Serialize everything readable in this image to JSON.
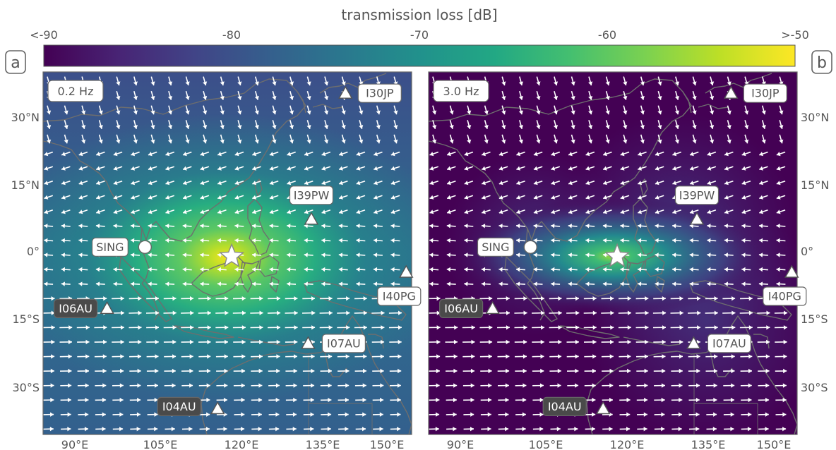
{
  "colorbar": {
    "title": "transmission loss [dB]",
    "ticks": [
      "<-90",
      "-80",
      "-70",
      "-60",
      ">-50"
    ],
    "colormap": "viridis"
  },
  "panels": [
    {
      "letter": "a",
      "frequency": "0.2 Hz"
    },
    {
      "letter": "b",
      "frequency": "3.0 Hz"
    }
  ],
  "axes": {
    "x_ticks": [
      "90°E",
      "105°E",
      "120°E",
      "135°E",
      "150°E"
    ],
    "y_ticks": [
      "30°N",
      "15°N",
      "0°",
      "15°S",
      "30°S"
    ],
    "lon_range": [
      85,
      153
    ],
    "lat_range": [
      -40,
      40
    ]
  },
  "source": {
    "lon": 119.8,
    "lat": -0.7,
    "symbol": "star"
  },
  "stations": [
    {
      "name": "I30JP",
      "lon": 140.8,
      "lat": 35.3,
      "symbol": "triangle",
      "label_style": "light"
    },
    {
      "name": "I39PW",
      "lon": 134.5,
      "lat": 7.5,
      "symbol": "triangle",
      "label_style": "light"
    },
    {
      "name": "SING",
      "lon": 103.8,
      "lat": 1.35,
      "symbol": "circle",
      "label_style": "light"
    },
    {
      "name": "I40PG",
      "lon": 152.0,
      "lat": -4.2,
      "symbol": "triangle",
      "label_style": "light"
    },
    {
      "name": "I06AU",
      "lon": 96.8,
      "lat": -12.2,
      "symbol": "triangle",
      "label_style": "dark"
    },
    {
      "name": "I07AU",
      "lon": 133.9,
      "lat": -19.9,
      "symbol": "triangle",
      "label_style": "light"
    },
    {
      "name": "I04AU",
      "lon": 117.2,
      "lat": -34.3,
      "symbol": "triangle",
      "label_style": "dark"
    }
  ],
  "colors": {
    "frame": "#666666",
    "coastline": "#6e6e6e",
    "arrows": "#ffffff",
    "label_dark_bg": "#4a4a4a"
  }
}
